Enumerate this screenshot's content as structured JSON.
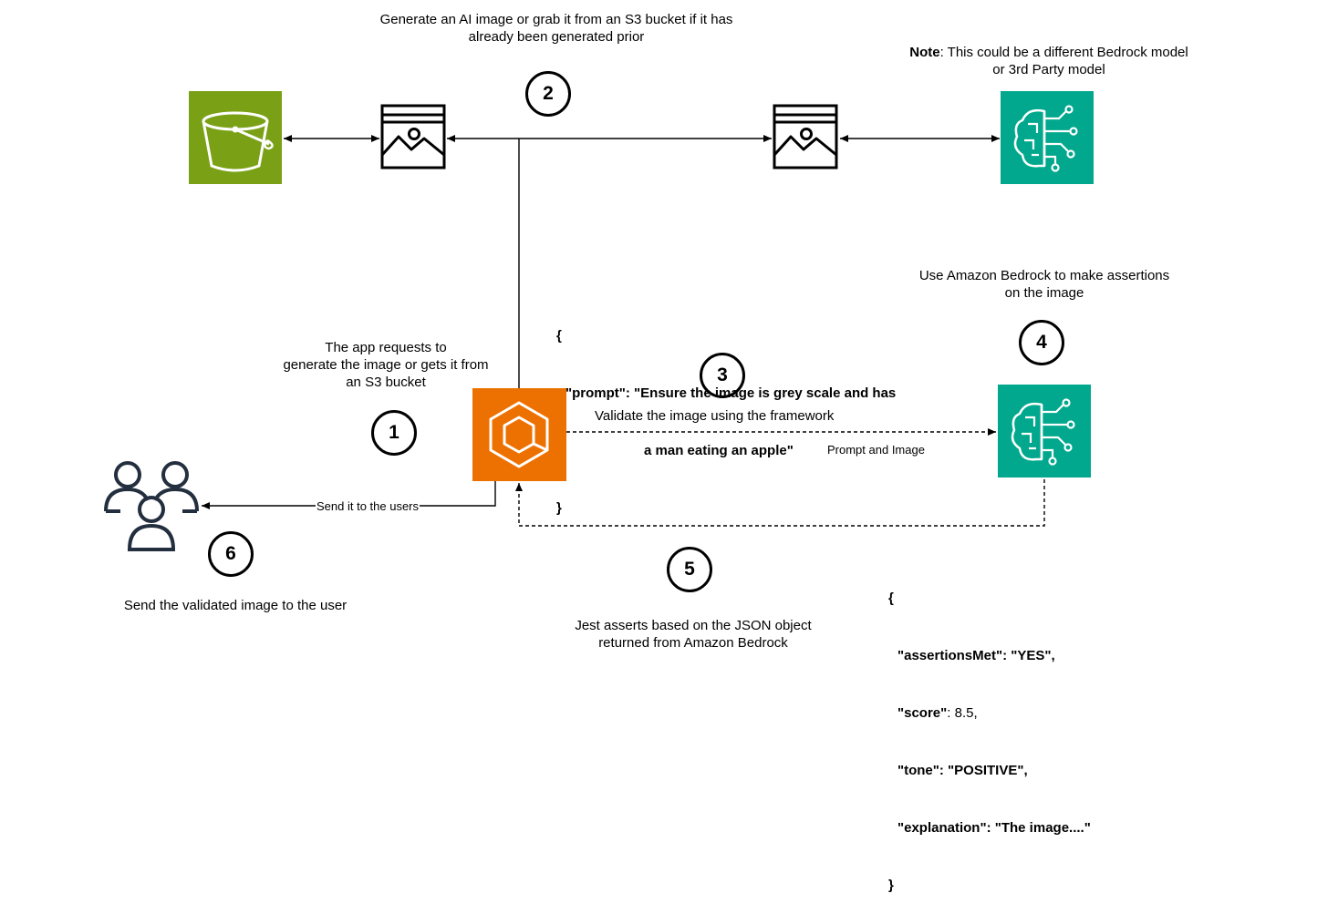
{
  "texts": {
    "generate_line1": "Generate an AI image or grab it from an S3 bucket if it has",
    "generate_line2": "already been generated prior",
    "note_label": "Note",
    "note_line1_rest": ": This could be a different Bedrock model",
    "note_line2": "or 3rd Party model",
    "app_requests_line1": "The app requests to",
    "app_requests_line2": "generate the image or gets it from",
    "app_requests_line3": "an S3 bucket",
    "use_bedrock_line1": "Use Amazon Bedrock to make assertions",
    "use_bedrock_line2": "on the image",
    "validate": "Validate the image using the framework",
    "prompt_and_image": "Prompt and Image",
    "send_to_users": "Send it to the users",
    "send_validated": "Send the validated image to the user",
    "jest_line1": "Jest asserts based on the JSON object",
    "jest_line2": "returned from Amazon Bedrock"
  },
  "prompt_json": {
    "open": "{",
    "line1": "\"prompt\": \"Ensure the image is grey scale and has",
    "line2": "a man eating an apple\"",
    "close": "}"
  },
  "response_json": {
    "open": "{",
    "line1": "\"assertionsMet\": \"YES\",",
    "line2_key": "\"score\"",
    "line2_rest": ": 8.5,",
    "line3": "\"tone\": \"POSITIVE\",",
    "line4": "\"explanation\": \"The image....\"",
    "close": "}"
  },
  "steps": [
    "1",
    "2",
    "3",
    "4",
    "5",
    "6"
  ],
  "icons": {
    "s3": "s3-bucket-icon",
    "image_left": "image-icon",
    "image_right": "image-icon",
    "bedrock_top": "bedrock-model-icon",
    "ecs_app": "ecs-app-icon",
    "bedrock_assert": "bedrock-model-icon",
    "users": "users-icon"
  },
  "colors": {
    "s3_green": "#7aa116",
    "bedrock_teal": "#01a88d",
    "ecs_orange": "#ed7100",
    "users_navy": "#232f3e"
  }
}
